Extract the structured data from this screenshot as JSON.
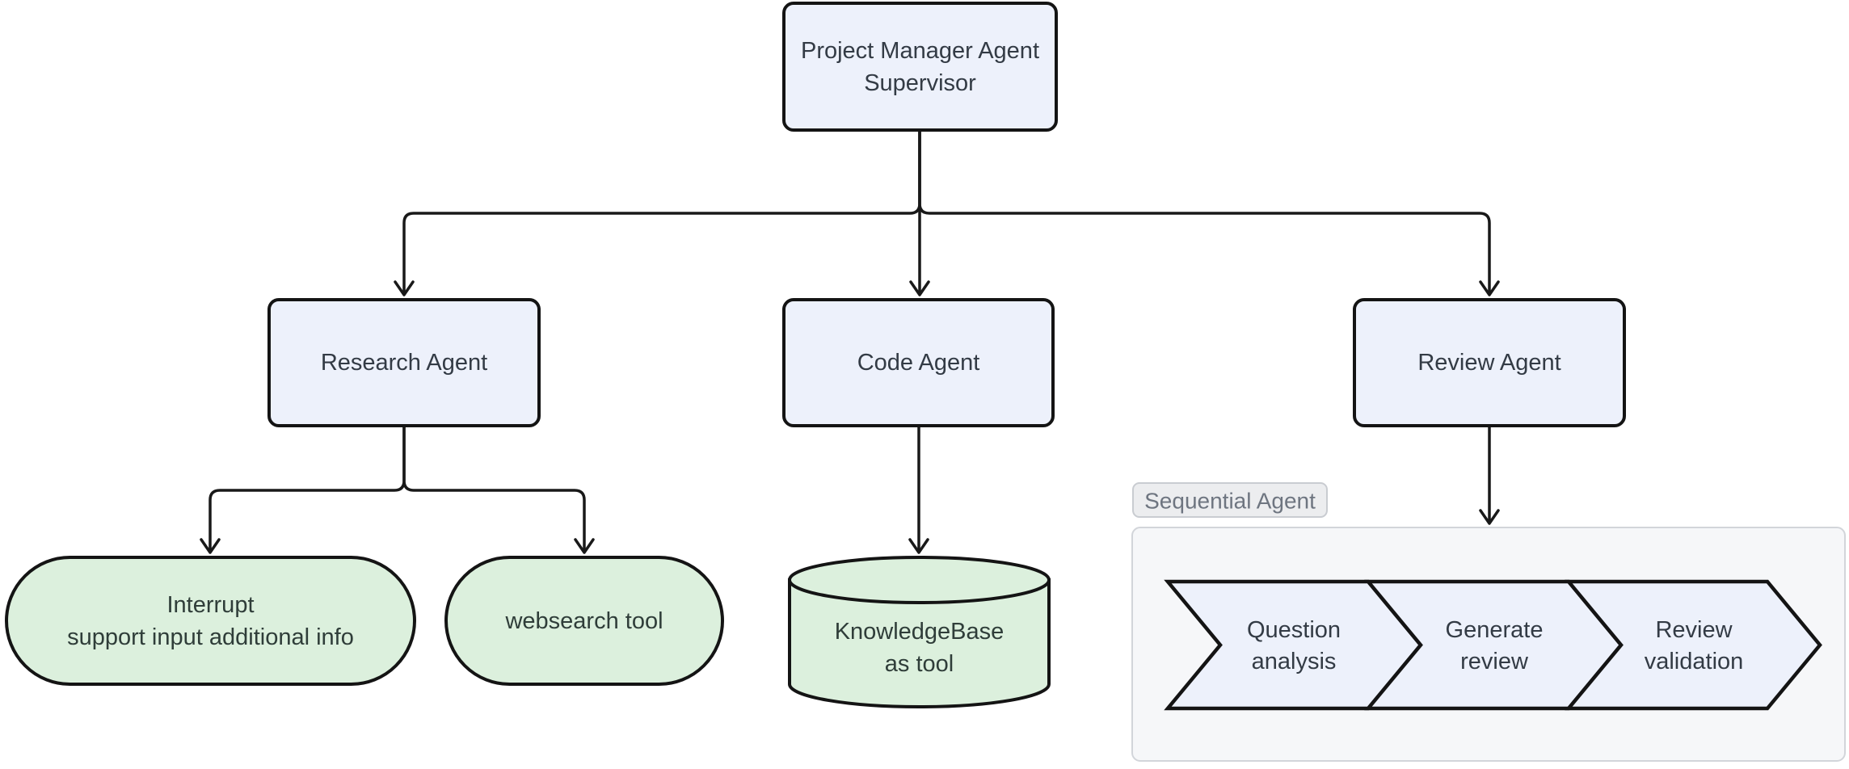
{
  "diagram": {
    "supervisor": {
      "line1": "Project Manager Agent",
      "line2": "Supervisor"
    },
    "agents": {
      "research": "Research Agent",
      "code": "Code Agent",
      "review": "Review Agent"
    },
    "tools": {
      "interrupt": {
        "line1": "Interrupt",
        "line2": "support input additional info"
      },
      "websearch": "websearch tool",
      "knowledgebase": {
        "line1": "KnowledgeBase",
        "line2": "as tool"
      }
    },
    "sequential": {
      "label": "Sequential Agent",
      "steps": [
        {
          "line1": "Question",
          "line2": "analysis"
        },
        {
          "line1": "Generate",
          "line2": "review"
        },
        {
          "line1": "Review",
          "line2": "validation"
        }
      ]
    },
    "colors": {
      "background": "#ffffff",
      "node_fill_blue": "#edf1fb",
      "node_fill_green": "#dcf0dd",
      "node_border": "#141414",
      "edge": "#191919",
      "node_text": "#333b45",
      "cluster_fill": "#f6f7f9",
      "cluster_border": "#d2d5da",
      "cluster_label_fill": "#ecedef",
      "cluster_label_border": "#c9ccd1",
      "cluster_label_text": "#6e7580"
    }
  }
}
